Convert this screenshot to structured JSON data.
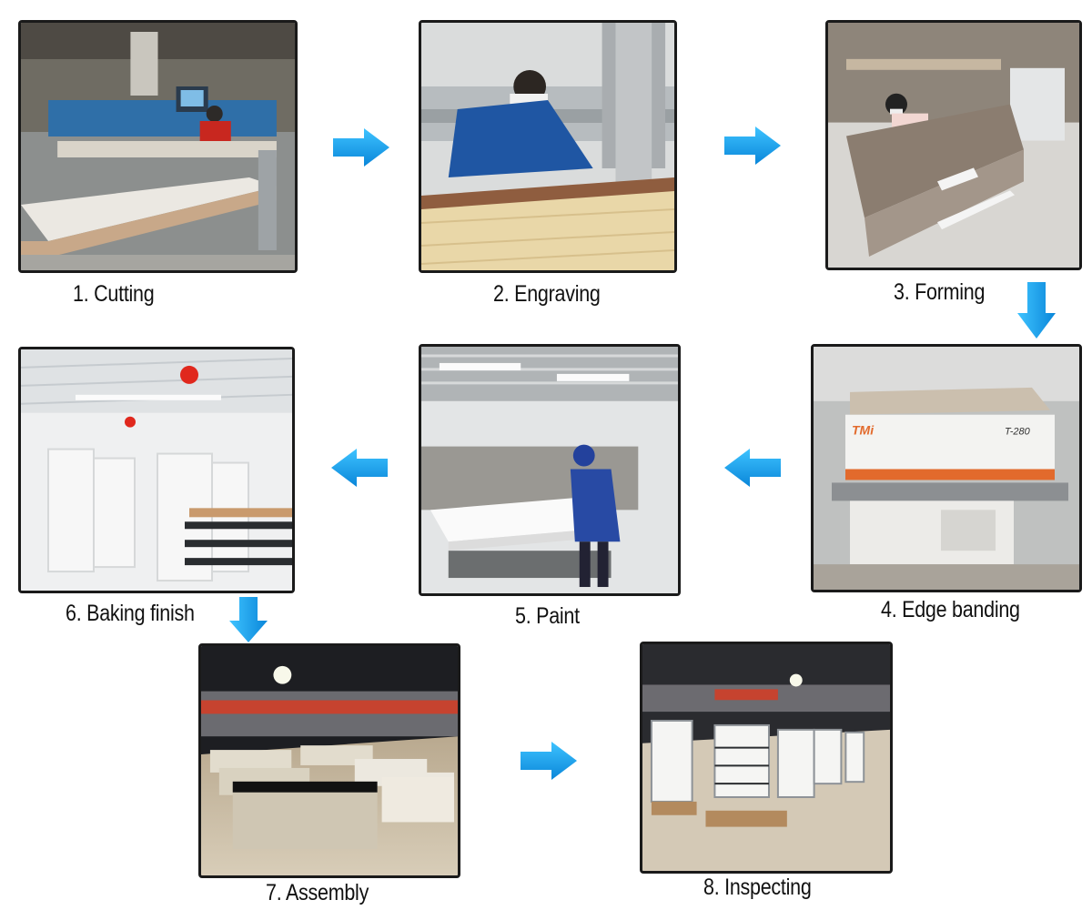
{
  "steps": [
    {
      "label": "1. Cutting"
    },
    {
      "label": "2. Engraving"
    },
    {
      "label": "3. Forming"
    },
    {
      "label": "4. Edge banding"
    },
    {
      "label": "5. Paint"
    },
    {
      "label": "6. Baking finish"
    },
    {
      "label": "7. Assembly"
    },
    {
      "label": "8. Inspecting"
    }
  ],
  "machine_label": "T-280",
  "machine_brand": "TMi",
  "arrow_color": "#1aa3e8"
}
